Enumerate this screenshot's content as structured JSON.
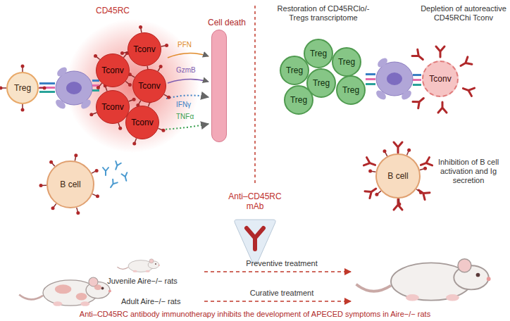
{
  "diagram": {
    "caption": "Anti–CD45RC antibody immunotherapy inhibits the development of APECED symptoms in Aire−/− rats",
    "nodes": [
      {
        "text": [
          "Treg"
        ]
      },
      {
        "text": [
          "Tconv"
        ]
      },
      {
        "text": [
          "Tconv"
        ]
      },
      {
        "text": [
          "Tconv"
        ]
      },
      {
        "text": [
          "Tconv"
        ]
      },
      {
        "text": [
          "Tconv"
        ]
      },
      {
        "text": [
          "Cell death"
        ]
      },
      {
        "text": [
          "B cell"
        ]
      },
      {
        "text": [
          "Treg"
        ]
      },
      {
        "text": [
          "Treg"
        ]
      },
      {
        "text": [
          "Treg"
        ]
      },
      {
        "text": [
          "Treg"
        ]
      },
      {
        "text": [
          "Treg"
        ]
      },
      {
        "text": [
          "Treg"
        ]
      },
      {
        "text": [
          "Tconv"
        ]
      },
      {
        "text": [
          "B cell"
        ]
      }
    ],
    "labels": [
      "CD45RC",
      "PFN",
      "GzmB",
      "IFNγ",
      "TNFα",
      "Anti–CD45RC mAb",
      "Restoration of CD45RClo/- Tregs transcriptome",
      "Depletion of autoreactive CD45RChi Tconv",
      "Inhibition of B cell activation and Ig secretion",
      "Preventive treatment",
      "Curative treatment",
      "Juvenile Aire−/− rats",
      "Adult Aire−/− rats"
    ]
  }
}
